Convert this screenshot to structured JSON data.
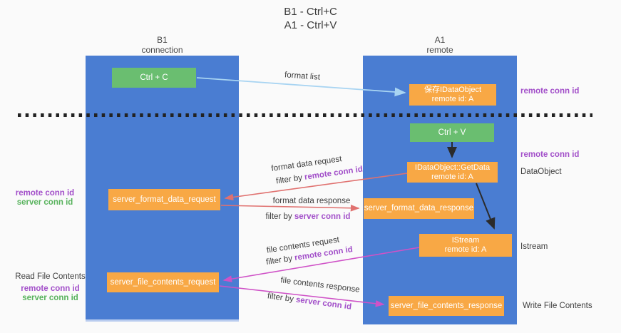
{
  "title": {
    "line1": "B1 - Ctrl+C",
    "line2": "A1 - Ctrl+V"
  },
  "columns": {
    "left": {
      "name": "B1",
      "role": "connection"
    },
    "right": {
      "name": "A1",
      "role": "remote"
    }
  },
  "nodes": {
    "ctrl_c": {
      "label": "Ctrl + C"
    },
    "save_idataobject": {
      "line1": "保存IDataObject",
      "line2": "remote id: A"
    },
    "ctrl_v": {
      "label": "Ctrl + V"
    },
    "getdata": {
      "line1": "IDataObject::GetData",
      "line2": "remote id: A"
    },
    "server_format_data_request": {
      "label": "server_format_data_request"
    },
    "server_format_data_response": {
      "label": "server_format_data_response"
    },
    "istream": {
      "line1": "IStream",
      "line2": "remote id: A"
    },
    "server_file_contents_request": {
      "label": "server_file_contents_request"
    },
    "server_file_contents_response": {
      "label": "server_file_contents_response"
    }
  },
  "flows": {
    "format_list": {
      "label": "format list"
    },
    "format_data_request": {
      "label": "format data request",
      "filter_prefix": "filter by ",
      "filter_value": "remote conn id"
    },
    "format_data_response": {
      "label": "format data response",
      "filter_prefix": "filter by ",
      "filter_value": "server conn id"
    },
    "file_contents_request": {
      "label": "file contents request",
      "filter_prefix": "filter by ",
      "filter_value": "remote conn id"
    },
    "file_contents_response": {
      "label": "file contents response",
      "filter_prefix": "filter by ",
      "filter_value": "server conn id"
    }
  },
  "right_labels": {
    "remote_conn_id_1": "remote conn id",
    "remote_conn_id_2": "remote conn id",
    "dataobject": "DataObject",
    "istream": "Istream",
    "write_file_contents": "Write File Contents"
  },
  "left_labels": {
    "remote_conn_id_1": "remote conn id",
    "server_conn_id_1": "server conn id",
    "read_file_contents": "Read File Contents",
    "remote_conn_id_2": "remote conn id",
    "server_conn_id_2": "server conn id"
  },
  "colors": {
    "column_blue": "#4a7dd2",
    "box_green": "#6abe70",
    "box_orange": "#f8a845",
    "arrow_light_blue": "#a8d4f2",
    "arrow_red": "#e0716f",
    "arrow_magenta": "#cf52c7",
    "arrow_black": "#2b2b2b",
    "dashed_line_black": "#222222",
    "text_purple": "#a24fc9",
    "text_green": "#57b25c"
  }
}
